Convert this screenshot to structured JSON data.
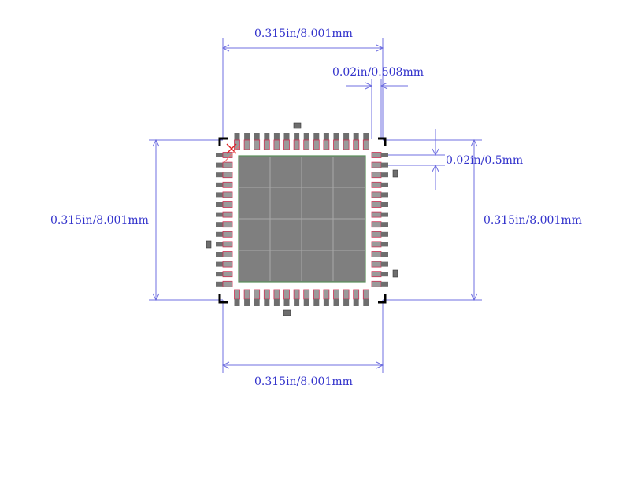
{
  "dimensions": {
    "top_width": "0.315in/8.001mm",
    "pin_width": "0.02in/0.508mm",
    "left_height": "0.315in/8.001mm",
    "right_height": "0.315in/8.001mm",
    "pitch": "0.02in/0.5mm",
    "bottom_width": "0.315in/8.001mm"
  },
  "package": {
    "pins_per_side": 14,
    "exposed_pad_grid": [
      4,
      4
    ]
  },
  "colors": {
    "dimension": "#3333cc",
    "outline": "#000000",
    "pad_fill": "#9a9a9a",
    "pad_edge": "#cc3355",
    "exposed_pad": "#7f7f7f",
    "pin1_marker": "#dd2222"
  }
}
